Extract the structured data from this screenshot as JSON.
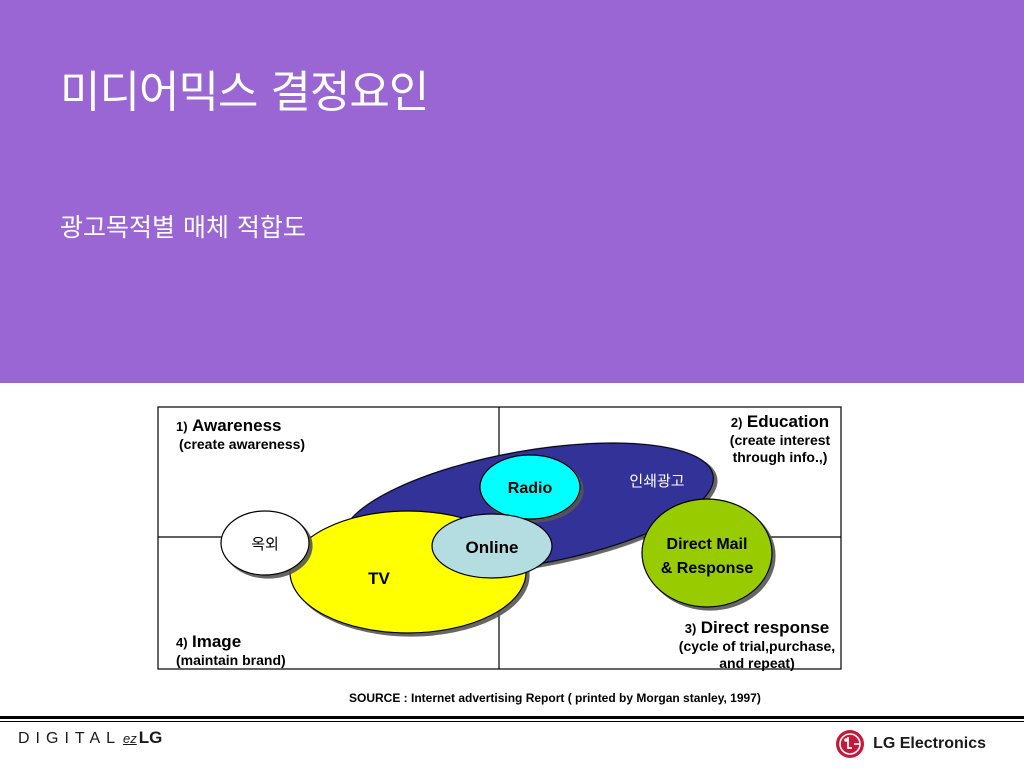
{
  "slide": {
    "title": "미디어믹스 결정요인",
    "subtitle": "광고목적별 매체 적합도",
    "background_color": "#9966d4"
  },
  "quadrants": {
    "q1": {
      "number": "1)",
      "name": "Awareness",
      "description": "(create awareness)"
    },
    "q2": {
      "number": "2)",
      "name": "Education",
      "description_line1": "(create interest",
      "description_line2": "through info.,)"
    },
    "q3": {
      "number": "3)",
      "name": "Direct response",
      "description_line1": "(cycle of trial,purchase,",
      "description_line2": "and repeat)"
    },
    "q4": {
      "number": "4)",
      "name": "Image",
      "description": "(maintain brand)"
    }
  },
  "media": {
    "print": {
      "label": "인쇄광고",
      "color": "#333399"
    },
    "radio": {
      "label": "Radio",
      "color": "#00ffff"
    },
    "outdoor": {
      "label": "옥외",
      "color": "#ffffff"
    },
    "tv": {
      "label": "TV",
      "color": "#ffff00"
    },
    "online": {
      "label": "Online",
      "color": "#b3dde0"
    },
    "direct_mail": {
      "label_line1": "Direct Mail",
      "label_line2": "& Response",
      "color": "#99cc00"
    }
  },
  "source": "SOURCE : Internet advertising Report ( printed by Morgan stanley, 1997)",
  "footer": {
    "digital": "DIGITAL",
    "ez": "ez",
    "lg": "LG",
    "brand": "LG Electronics"
  }
}
